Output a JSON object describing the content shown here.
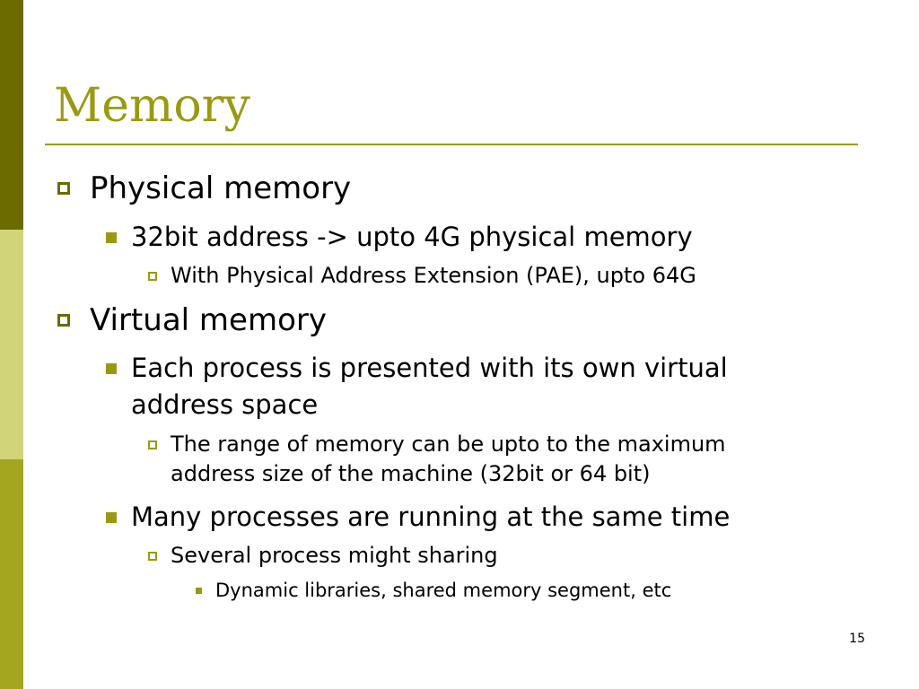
{
  "slide": {
    "title": "Memory",
    "page_number": "15",
    "bullets": {
      "physical": "Physical memory",
      "addr32": "32bit address -> upto 4G physical memory",
      "pae": "With Physical Address Extension (PAE), upto 64G",
      "virtual": "Virtual memory",
      "own_space_line1": "Each process is presented with its own virtual",
      "own_space_line2": "address space",
      "range_line1": "The range of memory can be upto to the maximum",
      "range_line2": "address size of the machine (32bit or 64 bit)",
      "many_processes": "Many processes are running at the same time",
      "sharing": "Several process might sharing",
      "dynamic_libs": "Dynamic libraries, shared memory segment, etc"
    }
  },
  "colors": {
    "accent": "#9a9a12",
    "sidebar_dark": "#6b6b00",
    "sidebar_light": "#d2d47a",
    "sidebar_mid": "#a3a61e"
  }
}
